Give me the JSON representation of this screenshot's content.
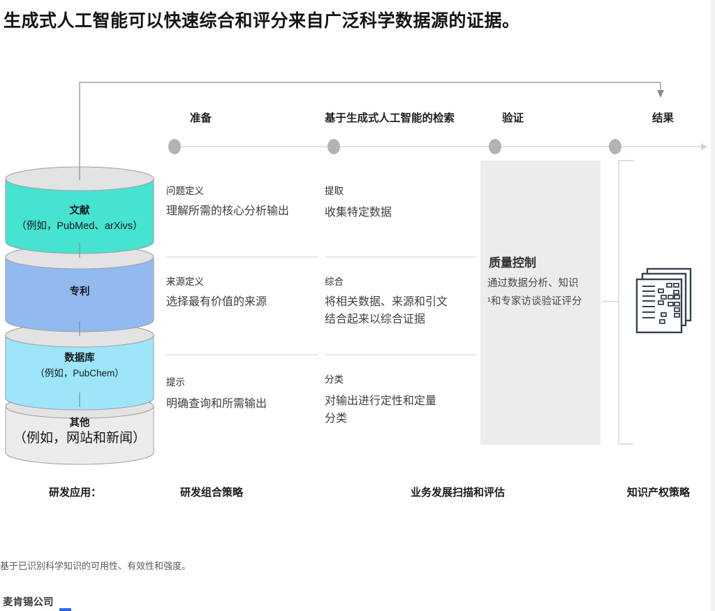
{
  "title": "生成式人工智能可以快速综合和评分来自广泛科学数据源的证据。",
  "phases": [
    {
      "label": "准备"
    },
    {
      "label": "基于生成式人工智能的检索"
    },
    {
      "label": "验证"
    },
    {
      "label": "结果"
    }
  ],
  "cylinders": [
    {
      "name": "文献",
      "caption": "（例如，PubMed、arXivs）",
      "color": "#45e3d0"
    },
    {
      "name": "专利",
      "caption": "",
      "color": "#92baf1"
    },
    {
      "name": "数据库",
      "caption": "（例如，PubChem）",
      "color": "#9de5f9"
    },
    {
      "name": "其他",
      "caption": "（例如，网站和新闻）",
      "color": "#ececec"
    }
  ],
  "columns": [
    {
      "steps": [
        {
          "title": "问题定义",
          "desc": "理解所需的核心分析输出"
        },
        {
          "title": "来源定义",
          "desc": "选择最有价值的来源"
        },
        {
          "title": "提示",
          "desc": "明确查询和所需输出"
        }
      ]
    },
    {
      "steps": [
        {
          "title": "提取",
          "desc": "收集特定数据"
        },
        {
          "title": "综合",
          "desc": "将相关数据、来源和引文\n结合起来以综合证据"
        },
        {
          "title": "分类",
          "desc": "对输出进行定性和定量\n分类"
        }
      ]
    }
  ],
  "quality": {
    "title": "质量控制",
    "desc": "通过数据分析、知识\n¹和专家访谈验证评分",
    "bg_color": "#ececec"
  },
  "applications": {
    "row_label": "研发应用：",
    "items": [
      "研发组合策略",
      "业务发展扫描和评估",
      "知识产权策略"
    ]
  },
  "footnote": "基于已识别科学知识的可用性、有效性和强度。",
  "source": "麦肯锡公司",
  "colors": {
    "connector_line": "#8a8a8a",
    "timeline_line": "#cfcfcf",
    "timeline_dot": "#b3b3b3",
    "cylinder_top": "#e3e3e3",
    "cylinder_stroke": "#9f9f9f",
    "divider": "#e3e3e3",
    "bracket": "#d5d5d5",
    "document_icon": "#36424f"
  }
}
